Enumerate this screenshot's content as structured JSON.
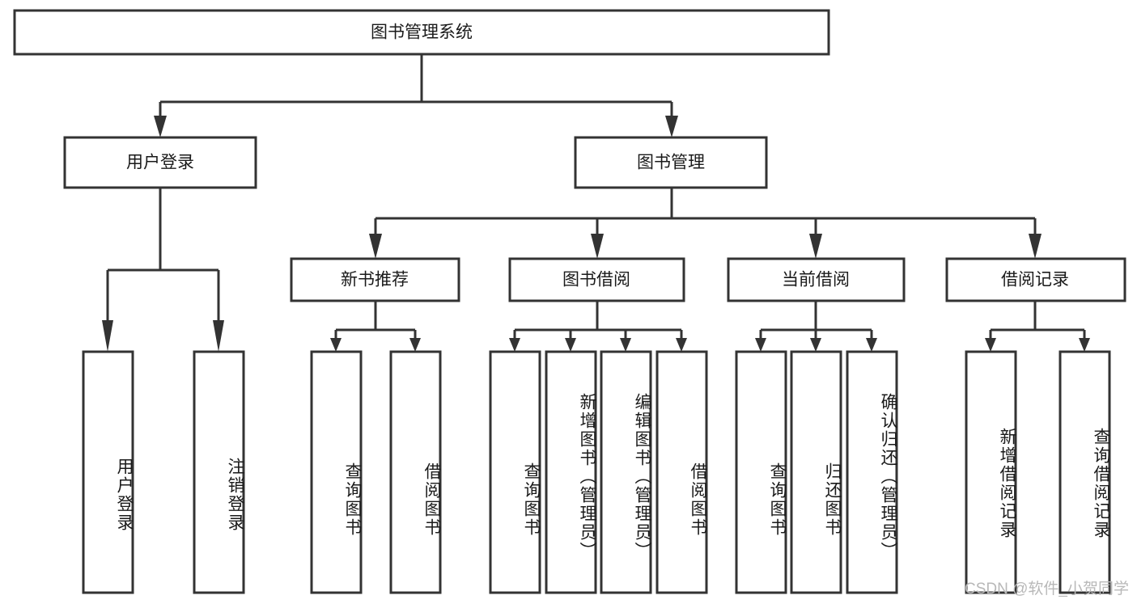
{
  "diagram": {
    "type": "tree-hierarchy-chart",
    "title": "图书管理系统",
    "orientation": "top-down",
    "colors": {
      "background": "#ffffff",
      "box_fill": "#ffffff",
      "box_stroke": "#333333",
      "text": "#1a1a1a",
      "watermark": "#b8b8b8"
    },
    "levels": [
      {
        "level": 1,
        "nodes": [
          {
            "id": "root",
            "label": "图书管理系统",
            "orientation": "horizontal"
          }
        ]
      },
      {
        "level": 2,
        "nodes": [
          {
            "id": "user-login",
            "label": "用户登录",
            "orientation": "horizontal",
            "parent": "root"
          },
          {
            "id": "book-manage",
            "label": "图书管理",
            "orientation": "horizontal",
            "parent": "root"
          }
        ]
      },
      {
        "level": 3,
        "nodes": [
          {
            "id": "new-book-rec",
            "label": "新书推荐",
            "orientation": "horizontal",
            "parent": "book-manage"
          },
          {
            "id": "book-borrow",
            "label": "图书借阅",
            "orientation": "horizontal",
            "parent": "book-manage"
          },
          {
            "id": "current-borrow",
            "label": "当前借阅",
            "orientation": "horizontal",
            "parent": "book-manage"
          },
          {
            "id": "borrow-record",
            "label": "借阅记录",
            "orientation": "horizontal",
            "parent": "book-manage"
          }
        ]
      },
      {
        "level": 4,
        "nodes": [
          {
            "id": "leaf-user-login",
            "label": "用户登录",
            "orientation": "vertical",
            "parent": "user-login"
          },
          {
            "id": "leaf-logout",
            "label": "注销登录",
            "orientation": "vertical",
            "parent": "user-login"
          },
          {
            "id": "leaf-query-book-1",
            "label": "查询图书",
            "orientation": "vertical",
            "parent": "new-book-rec"
          },
          {
            "id": "leaf-borrow-book-1",
            "label": "借阅图书",
            "orientation": "vertical",
            "parent": "new-book-rec"
          },
          {
            "id": "leaf-query-book-2",
            "label": "查询图书",
            "orientation": "vertical",
            "parent": "book-borrow"
          },
          {
            "id": "leaf-add-book",
            "label": "新增图书（管理员）",
            "orientation": "vertical",
            "parent": "book-borrow"
          },
          {
            "id": "leaf-edit-book",
            "label": "编辑图书（管理员）",
            "orientation": "vertical",
            "parent": "book-borrow"
          },
          {
            "id": "leaf-borrow-book-2",
            "label": "借阅图书",
            "orientation": "vertical",
            "parent": "book-borrow"
          },
          {
            "id": "leaf-query-book-3",
            "label": "查询图书",
            "orientation": "vertical",
            "parent": "current-borrow"
          },
          {
            "id": "leaf-return-book",
            "label": "归还图书",
            "orientation": "vertical",
            "parent": "current-borrow"
          },
          {
            "id": "leaf-confirm-return",
            "label": "确认归还（管理员）",
            "orientation": "vertical",
            "parent": "current-borrow"
          },
          {
            "id": "leaf-add-record",
            "label": "新增借阅记录",
            "orientation": "vertical",
            "parent": "borrow-record"
          },
          {
            "id": "leaf-query-record",
            "label": "查询借阅记录",
            "orientation": "vertical",
            "parent": "borrow-record"
          }
        ]
      }
    ]
  },
  "watermark": {
    "text": "CSDN @软件_小贺同学"
  }
}
